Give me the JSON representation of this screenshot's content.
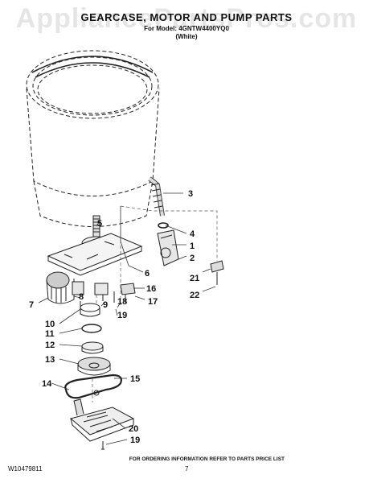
{
  "watermark": "AppliancePartsPros.com",
  "title": "GEARCASE, MOTOR AND PUMP PARTS",
  "subtitle": "For Model: 4GNTW4400YQ0",
  "subtitle_color": "(White)",
  "footer": {
    "doc_number": "W10479811",
    "page": "7",
    "ordering_note": "FOR ORDERING INFORMATION REFER TO PARTS PRICE LIST"
  },
  "callouts": [
    {
      "id": "c1",
      "label": "1"
    },
    {
      "id": "c2",
      "label": "2"
    },
    {
      "id": "c3",
      "label": "3"
    },
    {
      "id": "c4",
      "label": "4"
    },
    {
      "id": "c5",
      "label": "5"
    },
    {
      "id": "c6",
      "label": "6"
    },
    {
      "id": "c7",
      "label": "7"
    },
    {
      "id": "c8",
      "label": "8"
    },
    {
      "id": "c9",
      "label": "9"
    },
    {
      "id": "c10",
      "label": "10"
    },
    {
      "id": "c11",
      "label": "11"
    },
    {
      "id": "c12",
      "label": "12"
    },
    {
      "id": "c13",
      "label": "13"
    },
    {
      "id": "c14",
      "label": "14"
    },
    {
      "id": "c15",
      "label": "15"
    },
    {
      "id": "c16",
      "label": "16"
    },
    {
      "id": "c17",
      "label": "17"
    },
    {
      "id": "c18",
      "label": "18"
    },
    {
      "id": "c19a",
      "label": "19"
    },
    {
      "id": "c19b",
      "label": "19"
    },
    {
      "id": "c20",
      "label": "20"
    },
    {
      "id": "c21",
      "label": "21"
    },
    {
      "id": "c22",
      "label": "22"
    }
  ]
}
